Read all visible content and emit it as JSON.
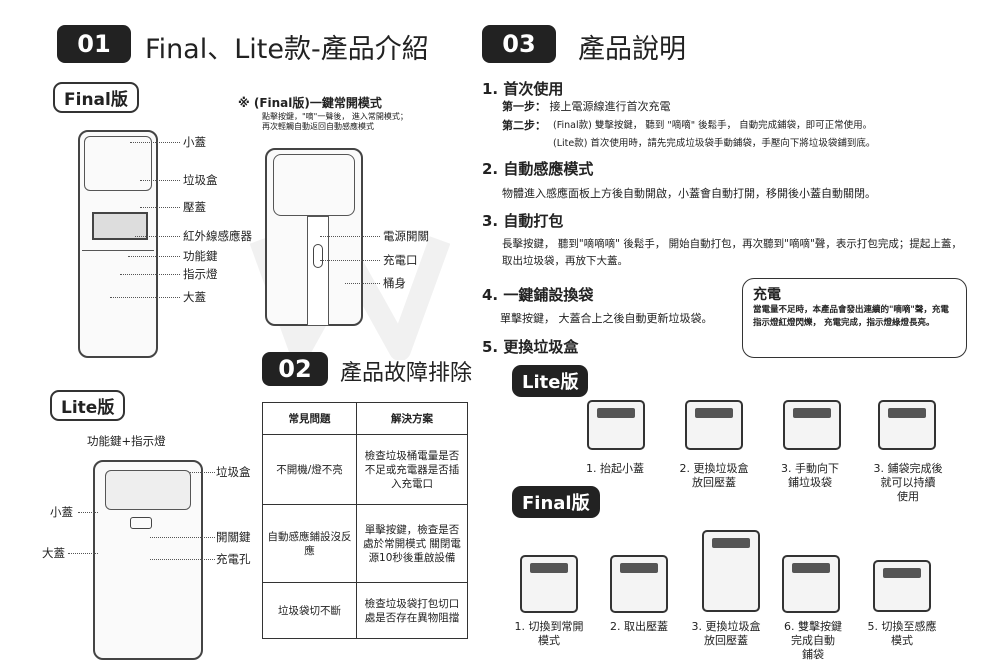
{
  "sec01": {
    "num": "01",
    "title": "Final、Lite款-產品介紹"
  },
  "sec02": {
    "num": "02",
    "title": "產品故障排除"
  },
  "sec03": {
    "num": "03",
    "title": "產品說明"
  },
  "final_tag": "Final版",
  "lite_tag": "Lite版",
  "final_labels": [
    "小蓋",
    "垃圾盒",
    "壓蓋",
    "紅外線感應器",
    "功能鍵",
    "指示燈",
    "大蓋"
  ],
  "always_open": {
    "title": "※ (Final版)一鍵常開模式",
    "line1": "點擊按鍵，\"嘀\"一聲後， 進入常開模式；",
    "line2": "再次輕觸自動返回自動感應模式"
  },
  "side_labels": [
    "電源開關",
    "充電口",
    "桶身"
  ],
  "lite_labels": {
    "top": "功能鍵+指示燈",
    "box": "垃圾盒",
    "small_lid": "小蓋",
    "big_lid": "大蓋",
    "switch": "開關鍵",
    "charge": "充電孔"
  },
  "table": {
    "headers": [
      "常見問題",
      "解決方案"
    ],
    "rows": [
      [
        "不開機/燈不亮",
        "檢查垃圾桶電量是否不足或充電器是否插入充電口"
      ],
      [
        "自動感應鋪設沒反應",
        "單擊按鍵，檢查是否處於常開模式 關閉電源10秒後重啟設備"
      ],
      [
        "垃圾袋切不斷",
        "檢查垃圾袋打包切口處是否存在異物阻擋"
      ]
    ]
  },
  "s1": {
    "title": "1. 首次使用",
    "step1_label": "第一步：",
    "step1": "接上電源線進行首次充電",
    "step2_label": "第二步：",
    "step2a": "(Final款) 雙擊按鍵， 聽到 \"嘀嘀\" 後鬆手， 自動完成鋪袋，即可正常使用。",
    "step2b": "(Lite款) 首次使用時，請先完成垃圾袋手動鋪袋，手壓向下將垃圾袋鋪到底。"
  },
  "s2": {
    "title": "2. 自動感應模式",
    "text": "物體進入感應面板上方後自動開啟，小蓋會自動打開，移開後小蓋自動關閉。"
  },
  "s3": {
    "title": "3. 自動打包",
    "text": "長擊按鍵， 聽到\"嘀嘀嘀\" 後鬆手， 開始自動打包，再次聽到\"嘀嘀\"聲，表示打包完成；提起上蓋，取出垃圾袋，再放下大蓋。"
  },
  "s4": {
    "title": "4. 一鍵鋪設換袋",
    "text": "單擊按鍵， 大蓋合上之後自動更新垃圾袋。"
  },
  "s5": {
    "title": "5. 更換垃圾盒"
  },
  "charge": {
    "title": "充電",
    "text": "當電量不足時，本產品會發出連續的\"嘀嘀\"聲，充電指示燈紅燈閃爍， 充電完成，指示燈綠燈長亮。"
  },
  "lite_steps": [
    "1. 抬起小蓋",
    "2. 更換垃圾盒\n放回壓蓋",
    "3. 手動向下\n鋪垃圾袋",
    "3. 鋪袋完成後\n就可以持續\n使用"
  ],
  "final_steps": [
    "1. 切換到常開\n模式",
    "2. 取出壓蓋",
    "3. 更換垃圾盒\n放回壓蓋",
    "6. 雙擊按鍵\n完成自動\n鋪袋",
    "5. 切換至感應\n模式"
  ]
}
